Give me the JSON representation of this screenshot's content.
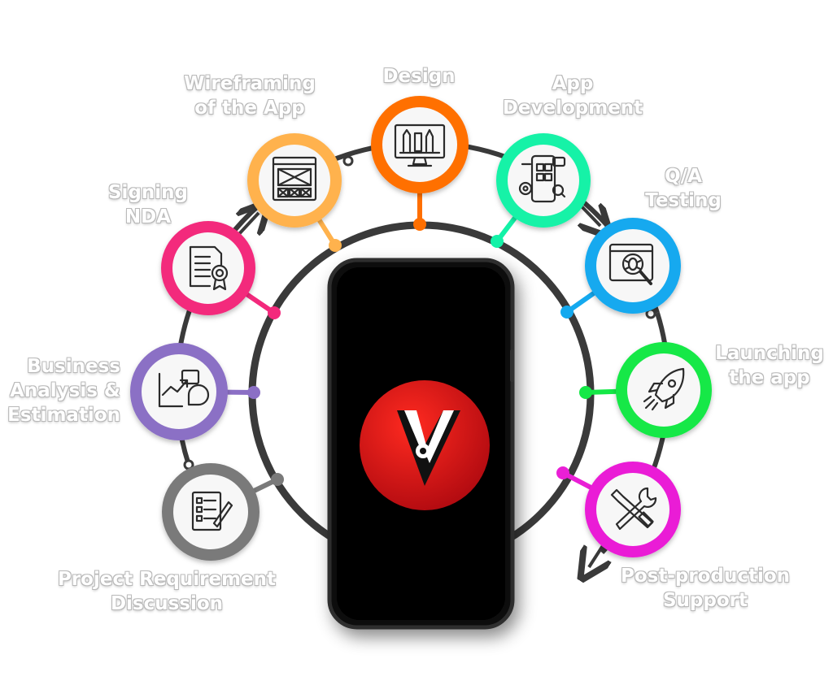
{
  "colors": {
    "ring": "#3a3a3a",
    "phone": "#0b0b0b",
    "logo_red": "#e0141a"
  },
  "steps": [
    {
      "label_lines": [
        "Project Requirement",
        "Discussion"
      ],
      "icon": "checklist-icon",
      "color": "#7a7a7a"
    },
    {
      "label_lines": [
        "Business",
        "Analysis &",
        "Estimation"
      ],
      "icon": "analytics-icon",
      "color": "#8b6fc5"
    },
    {
      "label_lines": [
        "Signing",
        "NDA"
      ],
      "icon": "certificate-icon",
      "color": "#f3297c"
    },
    {
      "label_lines": [
        "Wireframing",
        "of the App"
      ],
      "icon": "wireframe-icon",
      "color": "#ffb24d"
    },
    {
      "label_lines": [
        "Design"
      ],
      "icon": "design-monitor-icon",
      "color": "#ff6f00"
    },
    {
      "label_lines": [
        "App",
        "Development"
      ],
      "icon": "app-development-icon",
      "color": "#13f2a7"
    },
    {
      "label_lines": [
        "Q/A",
        "Testing"
      ],
      "icon": "bug-search-icon",
      "color": "#14a9ef"
    },
    {
      "label_lines": [
        "Launching",
        "the app"
      ],
      "icon": "rocket-icon",
      "color": "#14e846"
    },
    {
      "label_lines": [
        "Post-production",
        "Support"
      ],
      "icon": "tools-icon",
      "color": "#ea1fd6"
    }
  ]
}
